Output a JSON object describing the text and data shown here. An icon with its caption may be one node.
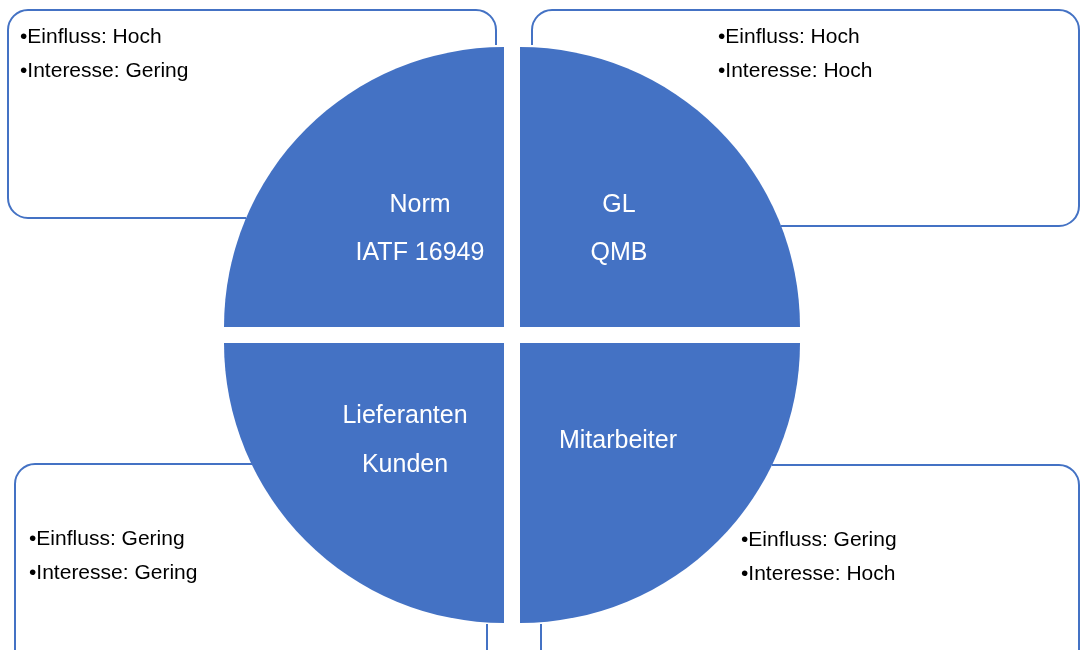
{
  "diagram": {
    "nodes": [
      {
        "text": [
          "•Einfluss: Hoch",
          "•Interesse: Gering"
        ]
      },
      {
        "text": [
          "•Einfluss: Hoch",
          "•Interesse: Hoch"
        ]
      },
      {
        "text": [
          "Norm",
          "IATF 16949"
        ]
      },
      {
        "text": [
          "GL",
          "QMB"
        ]
      },
      {
        "text": [
          "Lieferanten",
          "Kunden"
        ]
      },
      {
        "text": [
          "Mitarbeiter"
        ]
      },
      {
        "text": [
          "•Einfluss: Gering",
          "•Interesse: Gering"
        ]
      },
      {
        "text": [
          "•Einfluss: Gering",
          "•Interesse: Hoch"
        ]
      }
    ],
    "edges": []
  }
}
